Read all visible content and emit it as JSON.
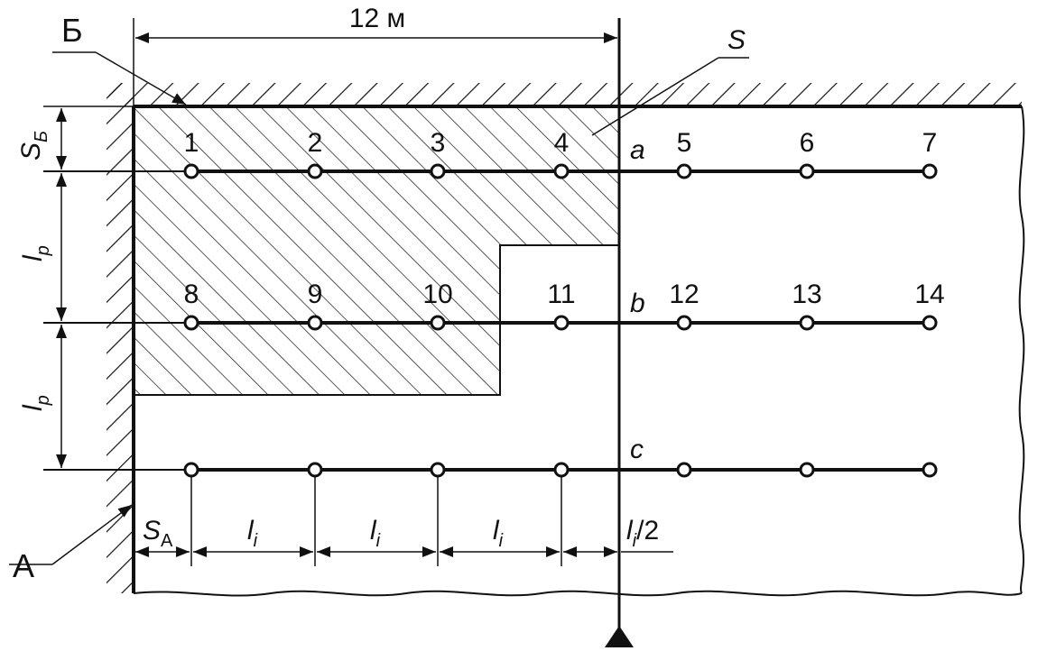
{
  "dimension_top": "12 м",
  "labels": {
    "wall_top": "Б",
    "wall_left": "А",
    "zone_s": "S"
  },
  "rows": [
    {
      "name": "a",
      "points": [
        "1",
        "2",
        "3",
        "4",
        "5",
        "6",
        "7"
      ]
    },
    {
      "name": "b",
      "points": [
        "8",
        "9",
        "10",
        "11",
        "12",
        "13",
        "14"
      ]
    },
    {
      "name": "c",
      "points": []
    }
  ],
  "vertical_dims": {
    "s_b_main": "S",
    "s_b_sub": "Б",
    "lp1_main": "l",
    "lp1_sub": "p",
    "lp2_main": "l",
    "lp2_sub": "p"
  },
  "bottom_dims": {
    "sa_main": "S",
    "sa_sub": "А",
    "li1_main": "l",
    "li1_sub": "i",
    "li2_main": "l",
    "li2_sub": "i",
    "li3_main": "l",
    "li3_sub": "i",
    "half_main": "l",
    "half_sub": "i",
    "half_suffix": "/2"
  }
}
